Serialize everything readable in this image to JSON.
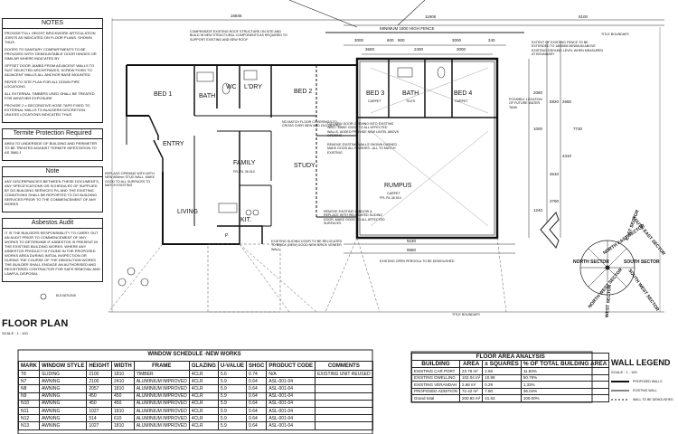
{
  "sheet": {
    "title": "FLOOR PLAN",
    "scale": "SCALE : 1 : 100"
  },
  "notes": [
    {
      "title": "NOTES",
      "lines": [
        "PROVIDE FULL HEIGHT BRICKWORK ARTICULATION JOINTS AS INDICATED ON FLOOR PLANS. SHOWN THUS",
        "DOORS TO SANITARY COMPARTMENTS TO BE PROVIDED WITH 'DEMOUNTABLE' DOOR HINGES OR SIMILAR WHERE INDICATED BY",
        "OFFSET DOOR JAMBS FROM ADJACENT WALLS TO SUIT SELECTED ARCHITRAVES, SCREW FIXED TO ADJACENT WALLS ALL ANCHOR BASE MOUNTED",
        "REFER TO SITE PLAN FOR ALL DOWN PIPE LOCATIONS",
        "ALL EXTERNAL TIMBERS USED SHALL BE TREATED FOR WEATHER EXPOSURE",
        "PROVIDE 2 x DECORATIVE HOSE TAPS FIXED TO EXTERNAL WALLS TO BUILDERS DISCRETION UNLESS LOCATIONS INDICATED THUS"
      ]
    },
    {
      "title": "Termite Protection Required",
      "lines": [
        "AREA TO UNDERSIDE OF BUILDING AND PERIMETER TO BE TREATED AGAINST TERMITE INFESTATION TO AS 3660.1"
      ]
    },
    {
      "title": "Note",
      "lines": [
        "ANY DISCREPANCIES BETWEEN THESE DOCUMENTS, ANY SPECIFICATIONS OR SCHEDULES OF SUPPLIED BY DO BUILDING SERVICES P/L AND THE EXISTING CONDITIONS SHALL BE REPORTED TO DO BUILDING SERVICES PRIOR TO THE COMMENCEMENT OF ANY WORKS"
      ]
    },
    {
      "title": "Asbestos Audit",
      "lines": [
        "IT IS THE BUILDERS RESPONSIBILITY TO CARRY OUT AN AUDIT PRIOR TO COMMENCEMENT OF ANY WORKS TO DETERMINE IF ASBESTOS IS PRESENT IN THE EXISTING BUILDING WORKS. WHERE ANY ASBESTOS PRODUCT IS FOUND IN THE PROPOSED WORKS AREA DURING INITIAL INSPECTION OR DURING THE COURSE OF THE DEMOLITION WORKS THE BUILDER SHALL ENGAGE AN AUTHORISED AND REGISTERED CONTRACTOR FOR SAFE REMOVAL AND LAWFUL DISPOSAL"
      ]
    }
  ],
  "rooms": {
    "bed1": "BED 1",
    "bath1": "BATH",
    "wc": "WC",
    "ldry": "L'DRY",
    "bed2": "BED 2",
    "bed3": "BED 3",
    "bath2": "BATH",
    "bed4": "BED 4",
    "entry": "ENTRY",
    "family": "FAMILY",
    "family_sub": "FFL RL 36.910",
    "study": "STUDY",
    "rumpus": "RUMPUS",
    "rumpus_sub": "FFL RL 36.910",
    "living": "LIVING",
    "kit": "KIT.",
    "p": "P",
    "carpet1": "CARPET",
    "carpet2": "CARPET",
    "carpet3": "CARPET",
    "tiles": "TILES"
  },
  "dims": {
    "overall": "16845",
    "d11905": "11905",
    "d8100": "8100",
    "fence": "MINIMUM 1800 HIGH FENCE",
    "d3000a": "3000",
    "d600": "600",
    "d900": "900",
    "d3000b": "3000",
    "d240": "240",
    "d3600": "3600",
    "d2400": "2400",
    "d3000c": "3000",
    "d9230": "9230",
    "d9580": "9580",
    "d2060": "2060",
    "d1240": "1240",
    "d1000": "1000",
    "d4610": "4610",
    "d4310": "4310",
    "d7730": "7730",
    "d5920": "5920",
    "d2790": "2790",
    "d2650": "2650"
  },
  "annotations": {
    "a1": "COMPENSATE EXISTING ROOF STRUCTURE ON SITE AND BUILD IN NEW STRUCTURAL COMPONENTS AS REQUIRED TO SUPPORT EXISTING AND NEW ROOF",
    "a2": "NO MATCH FLOOR COVERINGS TO CROSS OVER NEW AND OLD WORKS",
    "a3": "CUT NEW DOOR OPENING INTO EXISTING WALL. MAKE GOOD TO ALL AFFECTED WALLS, ADDED PROVIDE NEW LINTEL ABOVE OPENING",
    "a4": "REMOVE EXISTING WALLS SHOWN DASHED - MAKE GOOD ALL FINISHES - ALL TO MATCH EXISTING",
    "a5": "REPLACE OPENING WITH WITH NEW 800mm STUD WALL. MAKE GOOD TO ALL SURFACES TO MATCH EXISTING",
    "a6": "REMOVE EXISTING WINDOW & REPLACE WITH RELOCATED SLIDING DOOR. MAKE GOOD TO ALL AFFECTED SURFACES",
    "a7": "EXISTING SLIDING DOOR TO BE RELOCATED TO BRICK (NEW) GOOD NEW BRICK VENEER WALL",
    "a8": "EXISTING OPEN PERGOLA TO BE DEMOLISHED",
    "a9": "EXTENT OF EXISTING FENCE TO BE EXTENDED TO 1800MM MINIMUM ABOVE EXISTING GROUND LEVEL WHEN MEASURED AT BOUNDARY",
    "a10": "POSSIBLE LOCATION OF FUTURE WATER TANK",
    "elev": "ELEVATIONS",
    "title_boundary": "TITLE BOUNDARY",
    "title_boundary2": "TITLE BOUNDARY"
  },
  "compass": {
    "north_east_sector": "NORTH EAST SECTOR",
    "east_sector": "EAST SECTOR",
    "north_sector": "NORTH SECTOR",
    "south_sector": "SOUTH SECTOR",
    "north_west_sector": "NORTH WEST SECTOR",
    "south_west_sector": "SOUTH WEST SECTOR",
    "west_sector": "WEST SECTOR",
    "south_east_sector": "SOUTH EAST SECTOR"
  },
  "window_schedule": {
    "title": "WINDOW SCHEDULE -NEW WORKS",
    "headers": [
      "MARK",
      "WINDOW STYLE",
      "HEIGHT",
      "WIDTH",
      "FRAME",
      "GLAZING",
      "U-VALUE",
      "SHGC",
      "PRODUCT CODE",
      "COMMENTS"
    ],
    "rows": [
      [
        "T8",
        "SLIDING",
        "2100",
        "1810",
        "TIMBER",
        "4CLR",
        "5.6",
        "0.74",
        "N/A",
        "EXISTING UNIT REUSED"
      ],
      [
        "N7",
        "AWNING",
        "2100",
        "2410",
        "ALUMINIUM IMPROVED",
        "4CLR",
        "5.9",
        "0.64",
        "ASL-001-04",
        ""
      ],
      [
        "N8",
        "AWNING",
        "2057",
        "1810",
        "ALUMINIUM IMPROVED",
        "4CLR",
        "5.9",
        "0.64",
        "ASL-001-04",
        ""
      ],
      [
        "N9",
        "AWNING",
        "450",
        "450",
        "ALUMINIUM IMPROVED",
        "4CLR",
        "5.9",
        "0.64",
        "ASL-001-04",
        ""
      ],
      [
        "N10",
        "AWNING",
        "450",
        "450",
        "ALUMINIUM IMPROVED",
        "4CLR",
        "5.9",
        "0.64",
        "ASL-001-04",
        ""
      ],
      [
        "N11",
        "AWNING",
        "1027",
        "1810",
        "ALUMINIUM IMPROVED",
        "4CLR",
        "5.9",
        "0.64",
        "ASL-001-04",
        ""
      ],
      [
        "N12",
        "AWNING",
        "514",
        "610",
        "ALUMINIUM IMPROVED",
        "4CLR",
        "5.9",
        "0.64",
        "ASL-001-04",
        ""
      ],
      [
        "N13",
        "AWNING",
        "1027",
        "1810",
        "ALUMINIUM IMPROVED",
        "4CLR",
        "5.9",
        "0.64",
        "ASL-001-04",
        ""
      ]
    ]
  },
  "area_analysis": {
    "title": "FLOOR AREA ANALYSIS",
    "headers": [
      "BUILDING",
      "AREA",
      "± SQUARES",
      "% OF TOTAL BUILDING AREA"
    ],
    "rows": [
      [
        "EXISTING CAR PORT",
        "23.78 m²",
        "2.56",
        "11.83%"
      ],
      [
        "EXISTING DWELLING",
        "102.04 m²",
        "10.98",
        "50.79%"
      ],
      [
        "EXISTING VERANDAH",
        "2.68 m²",
        "0.29",
        "1.33%"
      ],
      [
        "PROPOSED ADDITION",
        "72.42 m²",
        "7.80",
        "36.04%"
      ],
      [
        "Grand total",
        "200.92 m²",
        "21.63",
        "100.00%"
      ]
    ]
  },
  "wall_legend": {
    "title": "WALL LEGEND",
    "scale": "SCALE : 1 : 100",
    "items": [
      "PROPOSED WALLS",
      "EXISTING WALL",
      "WALL TO BE DEMOLISHED"
    ]
  }
}
